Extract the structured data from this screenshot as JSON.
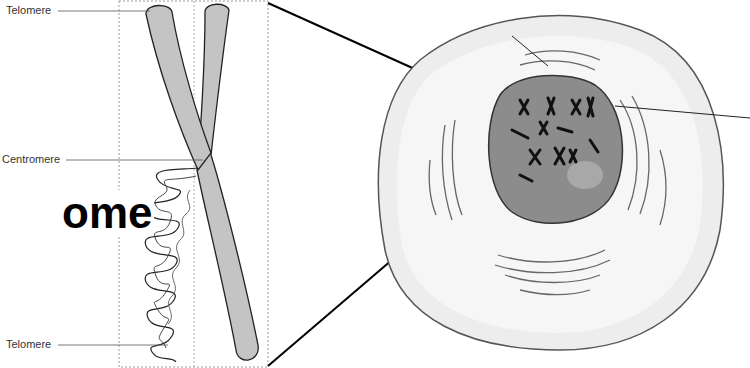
{
  "diagram": {
    "labels": [
      "Telomere",
      "Centromere",
      "ome",
      "Telomere"
    ]
  }
}
